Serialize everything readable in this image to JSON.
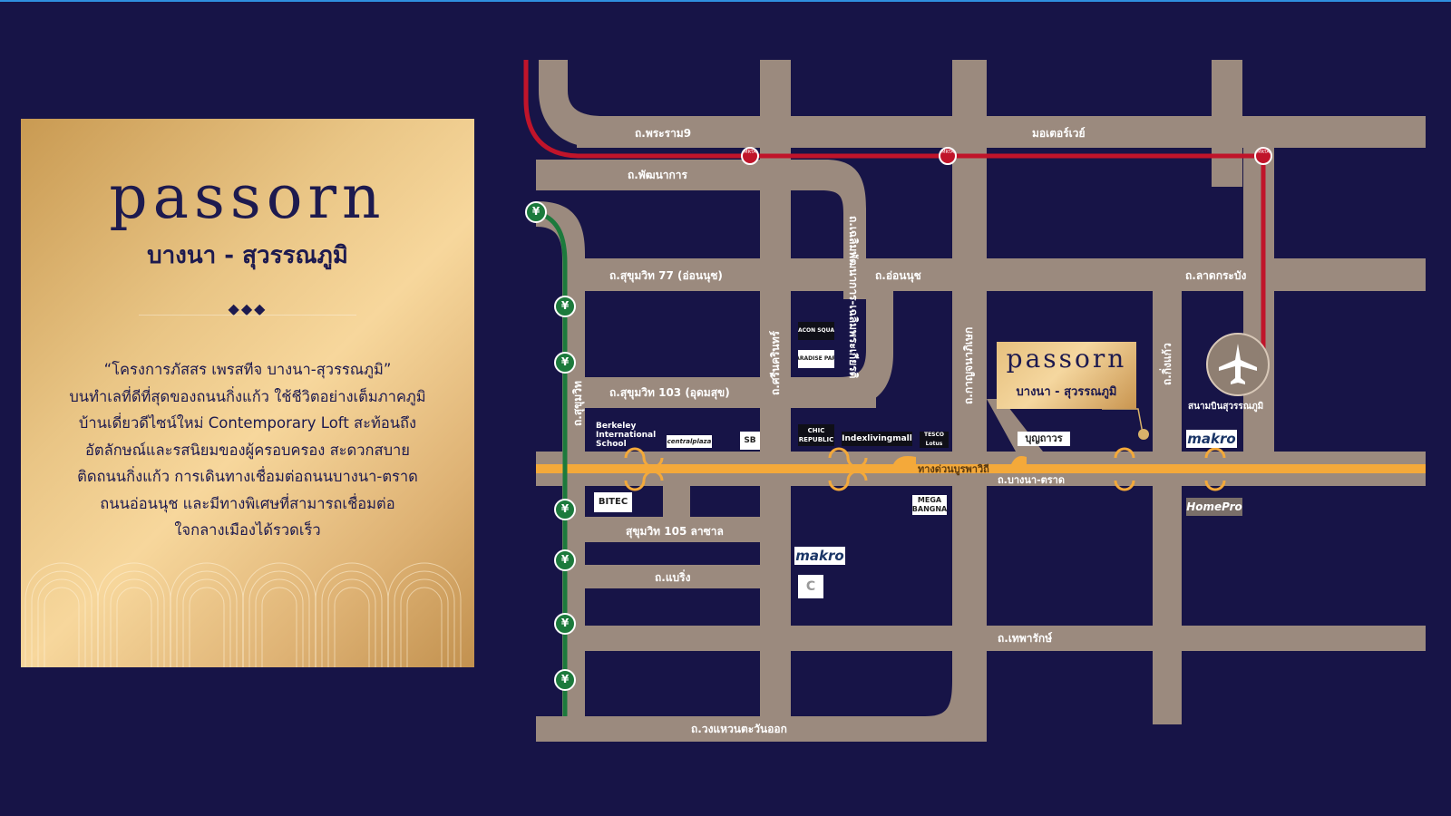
{
  "card": {
    "brand": "passorn",
    "subtitle": "บางนา - สุวรรณภูมิ",
    "ornament": "◆◆◆",
    "description": [
      "“โครงการภัสสร เพรสทีจ บางนา-สุวรรณภูมิ”",
      "บนทำเลที่ดีที่สุดของถนนกิ่งแก้ว ใช้ชีวิตอย่างเต็มภาคภูมิ",
      "บ้านเดี่ยวดีไซน์ใหม่ Contemporary Loft สะท้อนถึง",
      "อัตลักษณ์และรสนิยมของผู้ครอบครอง สะดวกสบาย",
      "ติดถนนกิ่งแก้ว การเดินทางเชื่อมต่อถนนบางนา-ตราด",
      "ถนนอ่อนนุช และมีทางพิเศษที่สามารถเชื่อมต่อ",
      "ใจกลางเมืองได้รวดเร็ว"
    ]
  },
  "roads": {
    "rama9": "ถ.พระราม9",
    "motorway": "มอเตอร์เวย์",
    "phatthanakan": "ถ.พัฒนาการ",
    "sukhumvit77": "ถ.สุขุมวิท 77 (อ่อนนุช)",
    "onnut": "ถ.อ่อนนุช",
    "latkrabang": "ถ.ลาดกระบัง",
    "chaloem": "ถ.เฉลิมพัฒนาการ-เฉลิมพระเกียรติ",
    "srinakarin": "ถ.ศรีนครินทร์",
    "kanchanaphisek": "ถ.กาญจนาภิเษก",
    "kingkaew": "ถ.กิ่งแก้ว",
    "sukhumvit103": "ถ.สุขุมวิท 103 (อุดมสุข)",
    "sukhumvit": "ถ.สุขุมวิท",
    "burapha": "ทางด่วนบูรพาวิถี",
    "bangnatrat": "ถ.บางนา-ตราด",
    "sukhumvit105": "สุขุมวิท 105 ลาซาล",
    "baering": "ถ.แบริ่ง",
    "theparak": "ถ.เทพารักษ์",
    "outerring": "ถ.วงแหวนตะวันออก"
  },
  "places": {
    "airport": "สนามบินสุวรรณภูมิ",
    "beacon": "BEACON SQUARE",
    "paradise": "PARADISE PARK",
    "berkeley": [
      "Berkeley",
      "International",
      "School"
    ],
    "centralplaza": "centralplaza",
    "seacon": "SB",
    "chic": "CHIC REPUBLIC",
    "index": "Indexlivingmall",
    "lotus": "TESCO Lotus",
    "boonthavorn": "บุญถาวร",
    "makro1": "makro",
    "makro2": "makro",
    "bitec": "BITEC",
    "mega": "MEGA BANGNA",
    "homepro": "HomePro",
    "central2": "C"
  },
  "callout": {
    "brand": "passorn",
    "subtitle": "บางนา - สุวรรณภูมิ"
  },
  "stations": {
    "mrt": "MRTA"
  },
  "colors": {
    "background": "#171447",
    "road": "#9b8a7e",
    "mrt_line": "#c0142a",
    "bts_line": "#1c7a3c",
    "expressway": "#f4a93a",
    "gold": "#e9c585"
  }
}
